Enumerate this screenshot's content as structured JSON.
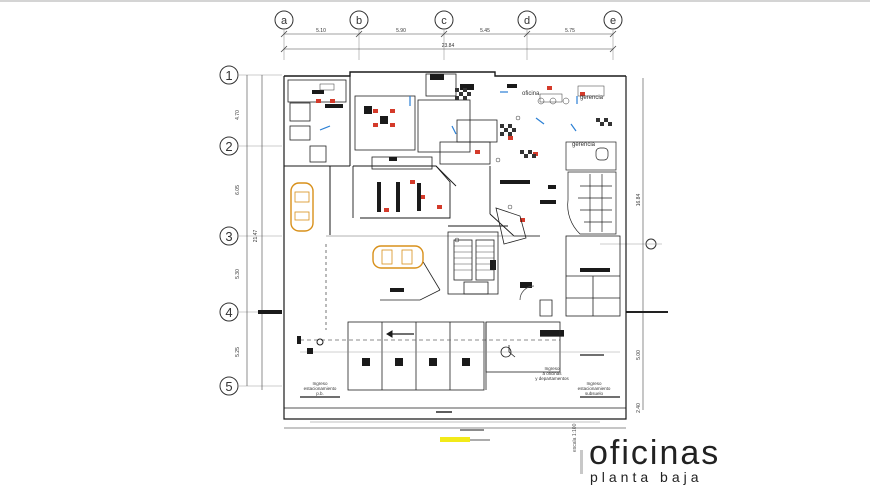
{
  "grid_columns": [
    "a",
    "b",
    "c",
    "d",
    "e"
  ],
  "grid_rows": [
    "1",
    "2",
    "3",
    "4",
    "5"
  ],
  "top_dimensions": [
    "5.10",
    "5.90",
    "5.45",
    "5.75"
  ],
  "top_total": "23.84",
  "left_dimensions": [
    "4.70",
    "6.05",
    "5.30",
    "5.25"
  ],
  "left_total": "21.47",
  "right_dimensions": [
    "16.84",
    "5.00",
    "2.40"
  ],
  "room_labels": [
    "oficina",
    "gerencia",
    "gerencia"
  ],
  "entry_labels": [
    "Ingreso\nestacionamiento\np.b.",
    "Ingreso\na oficinas\ny departamentos",
    "Ingreso\nestacionamiento\nsubsuelo"
  ],
  "scale_note": "escala 1:100",
  "title": "oficinas",
  "subtitle": "planta baja",
  "colors": {
    "line": "#1a1a1a",
    "accent_orange": "#d8901a",
    "accent_yellow": "#f2ea19",
    "accent_blue": "#2a7fd4",
    "accent_red": "#d43a2a"
  }
}
